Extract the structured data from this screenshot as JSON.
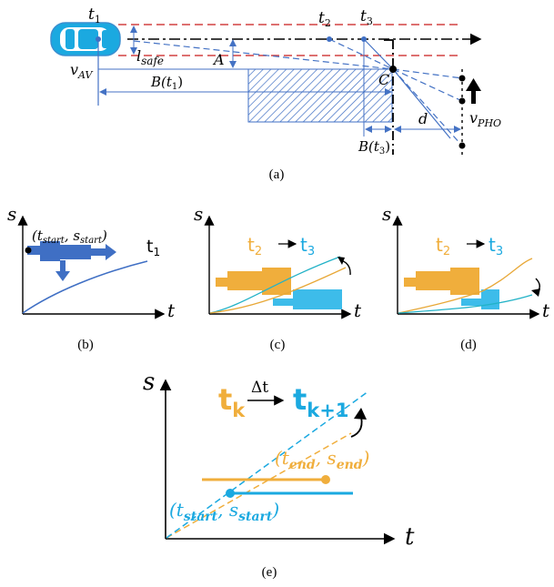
{
  "panel_a": {
    "caption": "(a)",
    "label_t1": "t",
    "label_t1_sub": "1",
    "label_t2": "t",
    "label_t2_sub": "2",
    "label_t3": "t",
    "label_t3_sub": "3",
    "label_vav": "v",
    "label_vav_sub": "AV",
    "label_lsafe": "l",
    "label_lsafe_sub": "safe",
    "label_A": "A",
    "label_C": "C",
    "label_Bt1": "B(t",
    "label_Bt1_sub": "1",
    "label_Bt1_end": ")",
    "label_Bt3": "B(t",
    "label_Bt3_sub": "3",
    "label_Bt3_end": ")",
    "label_d": "d",
    "label_vpho": "v",
    "label_vpho_sub": "PHO"
  },
  "panel_b": {
    "caption": "(b)",
    "axis_y": "s",
    "axis_x": "t",
    "point_label": "(t",
    "point_sub1": "start",
    "point_mid": ", s",
    "point_sub2": "start",
    "point_end": ")",
    "time": "t",
    "time_sub": "1"
  },
  "panel_c": {
    "caption": "(c)",
    "axis_y": "s",
    "axis_x": "t",
    "from": "t",
    "from_sub": "2",
    "to": "t",
    "to_sub": "3"
  },
  "panel_d": {
    "caption": "(d)",
    "axis_y": "s",
    "axis_x": "t",
    "from": "t",
    "from_sub": "2",
    "to": "t",
    "to_sub": "3"
  },
  "panel_e": {
    "caption": "(e)",
    "axis_y": "s",
    "axis_x": "t",
    "from": "t",
    "from_sub": "k",
    "to": "t",
    "to_sub": "k+1",
    "delta": "Δt",
    "end_open": "(t",
    "end_sub1": "end",
    "end_mid": ", s",
    "end_sub2": "end",
    "end_close": ")",
    "start_open": "(t",
    "start_sub1": "start",
    "start_mid": ", s",
    "start_sub2": "start",
    "start_close": ")"
  },
  "colors": {
    "orange": "#F0AE3C",
    "cyan": "#1BA9E0",
    "blue": "#3F6FC4",
    "red_dash": "#D24040",
    "line_blue": "#4472C4"
  }
}
